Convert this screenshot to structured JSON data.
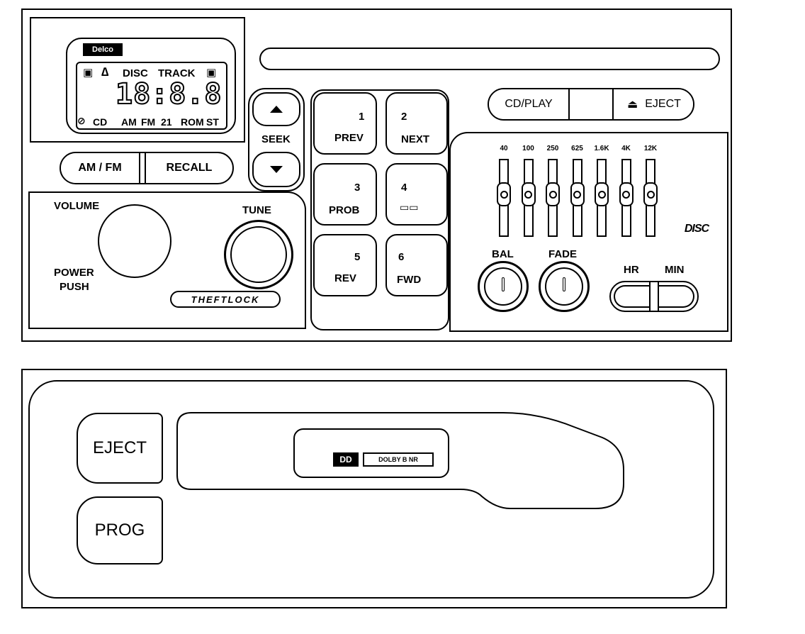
{
  "radio_unit": {
    "display": {
      "brand": "Delco",
      "row1": {
        "left_icon": "▣",
        "triangle_icon": "∆",
        "disc": "DISC",
        "track": "TRACK",
        "right_icon": "▣"
      },
      "digits": "18:8.8",
      "row3": {
        "icon": "⊘",
        "cd": "CD",
        "am": "AM",
        "fm": "FM",
        "num": "21",
        "rom": "ROM",
        "st": "ST"
      }
    },
    "buttons": {
      "am_fm": "AM / FM",
      "recall": "RECALL",
      "seek": "SEEK",
      "cd_play": "CD/PLAY",
      "eject": "EJECT"
    },
    "knobs": {
      "volume": "VOLUME",
      "power": "POWER",
      "push": "PUSH",
      "tune": "TUNE",
      "theftlock": "THEFTLOCK"
    },
    "presets": [
      {
        "num": "1",
        "label": "PREV"
      },
      {
        "num": "2",
        "label": "NEXT"
      },
      {
        "num": "3",
        "label": "PROB"
      },
      {
        "num": "4",
        "label": "▭▭"
      },
      {
        "num": "5",
        "label": "REV"
      },
      {
        "num": "6",
        "label": "FWD"
      }
    ],
    "equalizer": {
      "bands": [
        "40",
        "100",
        "250",
        "625",
        "1.6K",
        "4K",
        "12K"
      ],
      "levels": [
        0.5,
        0.5,
        0.5,
        0.5,
        0.5,
        0.5,
        0.5
      ],
      "logo": "DISC"
    },
    "balance": {
      "bal": "BAL",
      "fade": "FADE"
    },
    "clock": {
      "hr": "HR",
      "min": "MIN"
    }
  },
  "cassette_unit": {
    "eject": "EJECT",
    "prog": "PROG",
    "dolby_symbol": "DD",
    "dolby_text": "DOLBY B NR"
  }
}
